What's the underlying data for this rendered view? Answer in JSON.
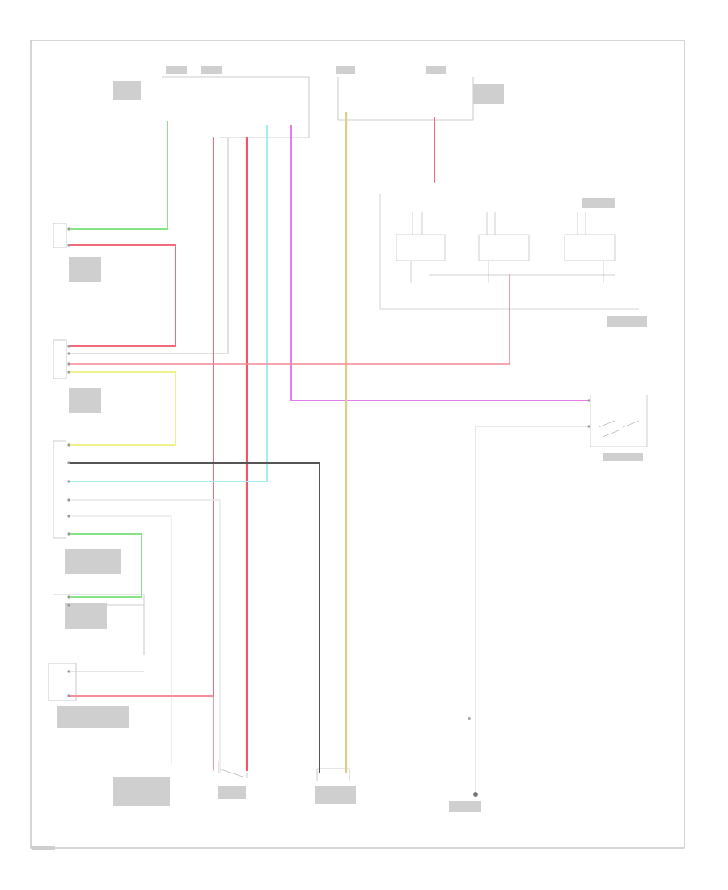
{
  "diagram": {
    "code": "",
    "footer_id": "",
    "colors": {
      "green": "#7cdc7c",
      "red": "#f26a7a",
      "pink": "#f06c7a",
      "white": "#dcdcdc",
      "cyan": "#9be8f0",
      "violet": "#e07ae6",
      "yellow": "#f0f08a",
      "tan": "#d6cc8a",
      "black": "#555555",
      "frame": "#b8b8b8"
    },
    "components": {},
    "wire_labels": {},
    "wires": [
      {
        "name": "green-top",
        "color": "green"
      },
      {
        "name": "red-left",
        "color": "red"
      },
      {
        "name": "white-1",
        "color": "white"
      },
      {
        "name": "red-2",
        "color": "red"
      },
      {
        "name": "cyan",
        "color": "cyan"
      },
      {
        "name": "violet",
        "color": "violet"
      },
      {
        "name": "tan",
        "color": "tan"
      },
      {
        "name": "red-right",
        "color": "red"
      },
      {
        "name": "yellow",
        "color": "yellow"
      },
      {
        "name": "black",
        "color": "black"
      },
      {
        "name": "green-lower",
        "color": "green"
      },
      {
        "name": "pink-bottom",
        "color": "pink"
      }
    ]
  }
}
